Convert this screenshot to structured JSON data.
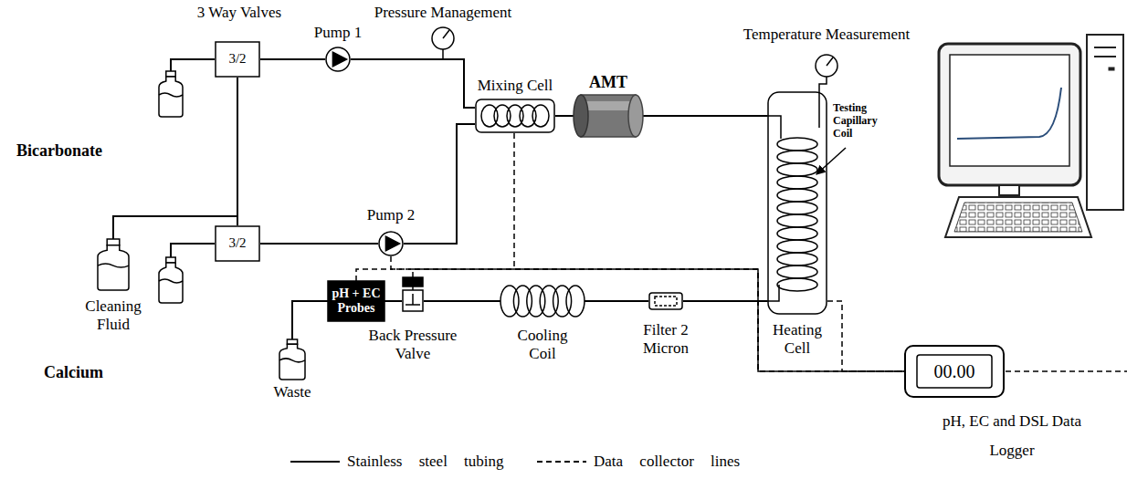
{
  "diagram": {
    "nodes": [
      {
        "text": [
          "3/2"
        ]
      },
      {
        "text": [
          "Bicarbonate"
        ]
      },
      {
        "text": [
          "Pump 1"
        ]
      },
      {
        "text": [
          "Mixing Cell"
        ]
      },
      {
        "text": [
          "AMT"
        ]
      },
      {
        "text": [
          "Heating Cell"
        ]
      },
      {
        "text": [
          "Pump 2"
        ]
      },
      {
        "text": [
          "3/2"
        ]
      },
      {
        "text": [
          "Cleaning Fluid"
        ]
      },
      {
        "text": [
          "pH + EC Probes"
        ]
      },
      {
        "text": [
          "Back Pressure Valve"
        ]
      },
      {
        "text": [
          "Cooling Coil"
        ]
      },
      {
        "text": [
          "Filter 2 Micron"
        ]
      },
      {
        "text": [
          "00.00",
          "pH, EC and DSL Data Logger"
        ]
      },
      {
        "text": [
          "Waste"
        ]
      }
    ],
    "edges": [
      {
        "from": 1,
        "to": 0,
        "arrow": "none"
      },
      {
        "from": 8,
        "to": 0,
        "arrow": "none"
      },
      {
        "from": 8,
        "to": 7,
        "arrow": "none"
      },
      {
        "from": 0,
        "to": 2,
        "arrow": "none"
      },
      {
        "from": 7,
        "to": 6,
        "arrow": "none"
      },
      {
        "from": 2,
        "to": 3,
        "arrow": "none"
      },
      {
        "from": 6,
        "to": 3,
        "arrow": "none"
      },
      {
        "from": 3,
        "to": 4,
        "arrow": "none"
      },
      {
        "from": 4,
        "to": 5,
        "arrow": "none"
      },
      {
        "from": 5,
        "to": 12,
        "arrow": "none"
      },
      {
        "from": 12,
        "to": 11,
        "arrow": "none"
      },
      {
        "from": 11,
        "to": 10,
        "arrow": "none"
      },
      {
        "from": 10,
        "to": 9,
        "arrow": "none"
      },
      {
        "from": 9,
        "to": 14,
        "arrow": "none"
      },
      {
        "from": 6,
        "to": 13,
        "arrow": "none"
      },
      {
        "from": 9,
        "to": 13,
        "arrow": "none"
      },
      {
        "from": 3,
        "to": 13,
        "arrow": "none"
      },
      {
        "from": 10,
        "to": 13,
        "arrow": "none"
      },
      {
        "from": 5,
        "to": 13,
        "arrow": "none"
      }
    ],
    "labels": [
      "3 Way Valves",
      "Pressure Management",
      "Temperature Measurement",
      "Testing Capillary Coil",
      "Calcium"
    ],
    "legend": [
      {
        "text": "Stainless steel tubing"
      },
      {
        "text": "Data collector lines"
      }
    ]
  }
}
